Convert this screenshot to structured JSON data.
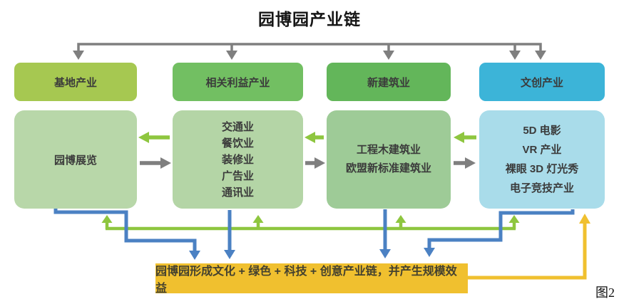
{
  "title": "园博园产业链",
  "caption": "图2",
  "columns": [
    {
      "header": "基地产业",
      "items": [
        "园博展览"
      ]
    },
    {
      "header": "相关利益产业",
      "items": [
        "交通业",
        "餐饮业",
        "装修业",
        "广告业",
        "通讯业"
      ]
    },
    {
      "header": "新建筑业",
      "items": [
        "工程木建筑业",
        "欧盟新标准建筑业"
      ]
    },
    {
      "header": "文创产业",
      "items": [
        "5D 电影",
        "VR 产业",
        "裸眼 3D 灯光秀",
        "电子竞技产业"
      ]
    }
  ],
  "result_box": "园博园形成文化 + 绿色 + 科技 + 创意产业链，并产生规模效益",
  "colors": {
    "header1": "#a6c851",
    "header2": "#72bf62",
    "header3": "#63b65a",
    "header4": "#3cb4d8",
    "content1": "#b8d7a9",
    "content2": "#b4d5a6",
    "content3": "#9ecb97",
    "content4": "#a9dcea",
    "result": "#f0c02f",
    "gray_arrow": "#7f7f7f",
    "green_arrow": "#8ec63f",
    "blue_arrow": "#4b81c3",
    "yellow_arrow": "#f0c02f",
    "text": "#3b3b3b"
  }
}
